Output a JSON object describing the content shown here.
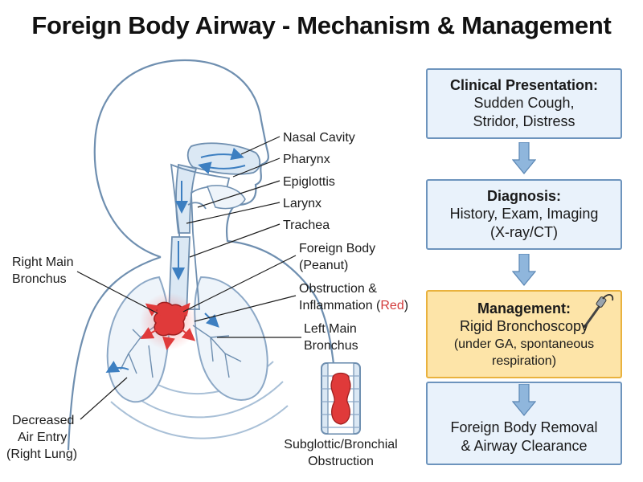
{
  "title": "Foreign Body Airway - Mechanism & Management",
  "labels": {
    "nasal_cavity": "Nasal Cavity",
    "pharynx": "Pharynx",
    "epiglottis": "Epiglottis",
    "larynx": "Larynx",
    "trachea": "Trachea",
    "foreign_body_line1": "Foreign Body",
    "foreign_body_line2": "(Peanut)",
    "obstruction_line1": "Obstruction &",
    "obstruction_line2_a": "Inflammation (",
    "obstruction_line2_red": "Red",
    "obstruction_line2_b": ")",
    "left_main_line1": "Left Main",
    "left_main_line2": "Bronchus",
    "right_main_line1": "Right Main",
    "right_main_line2": "Bronchus",
    "decreased_line1": "Decreased",
    "decreased_line2": "Air Entry",
    "decreased_line3": "(Right Lung)",
    "subglottic_line1": "Subglottic/Bronchial",
    "subglottic_line2": "Obstruction"
  },
  "flow": {
    "presentation": {
      "heading": "Clinical Presentation:",
      "line1": "Sudden Cough,",
      "line2": "Stridor, Distress"
    },
    "diagnosis": {
      "heading": "Diagnosis:",
      "line1": "History, Exam, Imaging",
      "line2": "(X-ray/CT)"
    },
    "management": {
      "heading": "Management:",
      "line1": "Rigid Bronchoscopy",
      "line2": "(under GA, spontaneous",
      "line3": "respiration)"
    },
    "removal": {
      "line1": "Foreign Body Removal",
      "line2": "& Airway Clearance"
    }
  },
  "colors": {
    "outline": "#6f8fb0",
    "airway": "#dbe8f4",
    "arrow_blue": "#3d7fc1",
    "foreign_body_red": "#e03a3a",
    "box_fill": "#e9f2fb",
    "box_border": "#6d94bd",
    "management_fill": "#fde4a8",
    "management_border": "#e9b23e",
    "flow_arrow": "#8fb6dc"
  },
  "icons": [
    "bronchoscope-icon",
    "down-arrow-icon"
  ]
}
